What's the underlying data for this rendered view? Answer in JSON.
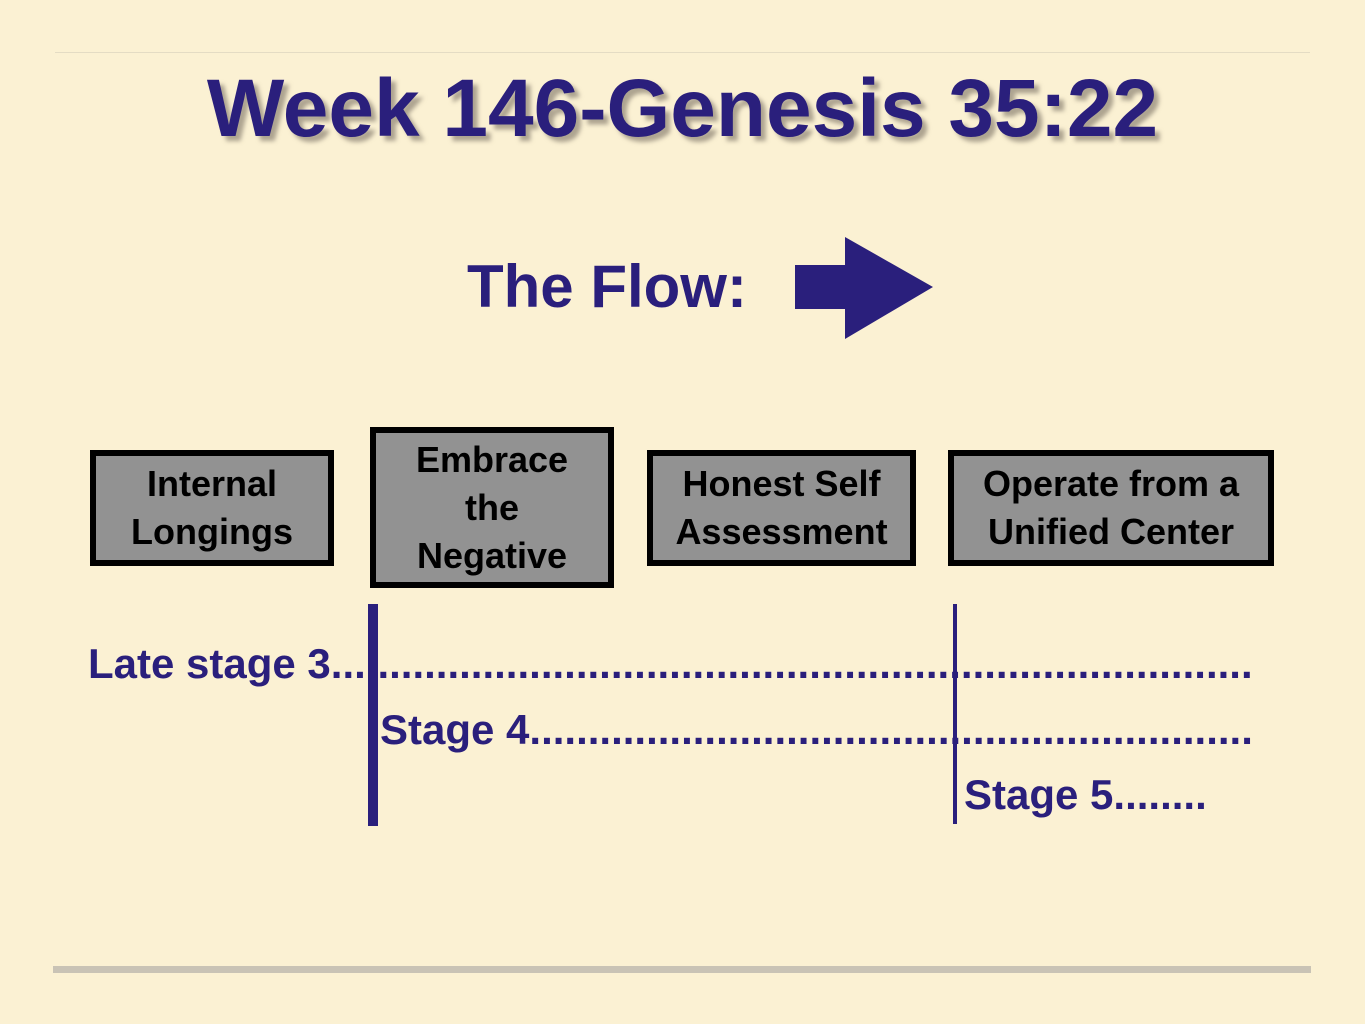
{
  "slide": {
    "title": "Week 146-Genesis 35:22",
    "flow_label": "The Flow:"
  },
  "boxes": [
    {
      "label": "Internal\nLongings"
    },
    {
      "label": "Embrace\nthe\nNegative"
    },
    {
      "label": "Honest Self\nAssessment"
    },
    {
      "label": "Operate from a\nUnified Center"
    }
  ],
  "stages": [
    {
      "label": "Late stage 3..................................................................................................................."
    },
    {
      "label": "Stage 4..................................................................................................."
    },
    {
      "label": "Stage 5........"
    }
  ],
  "colors": {
    "background": "#fbf1d3",
    "accent": "#2a1f7c",
    "box_fill": "#929292",
    "box_border": "#000000"
  }
}
